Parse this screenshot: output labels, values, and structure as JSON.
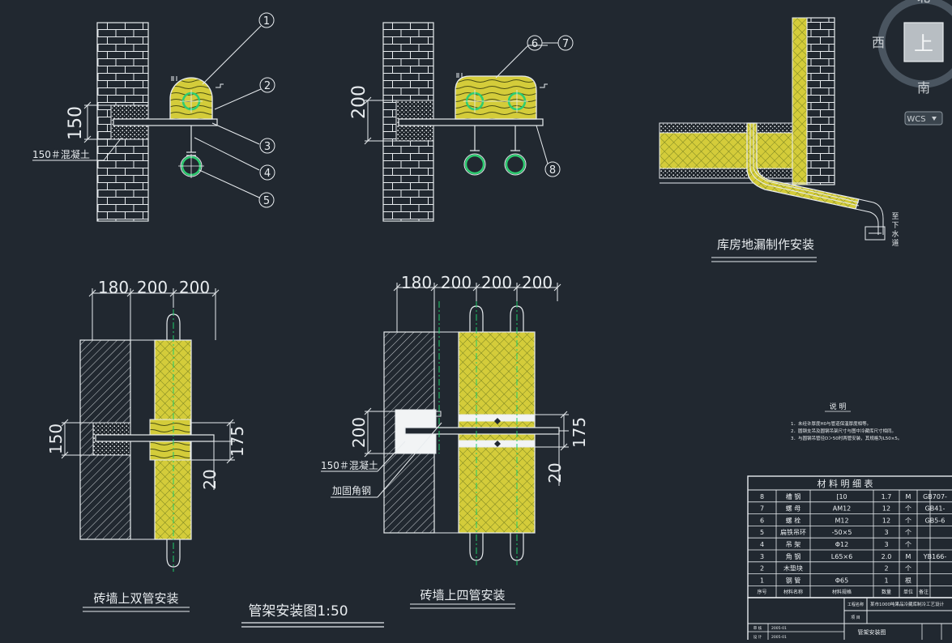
{
  "colors": {
    "background": "#212830",
    "line": "#e8ecef",
    "insulation": "#d4cc3a",
    "hatch": "#b6c23a",
    "pipe": "#2ecc71",
    "centerline": "#1ecb6a",
    "viewcube": "#4a5560"
  },
  "view1": {
    "callouts": [
      "1",
      "2",
      "3",
      "4",
      "5"
    ],
    "dim_150": "150",
    "concrete_label": "150＃混凝土"
  },
  "view2": {
    "callouts": [
      "6",
      "7",
      "8"
    ],
    "dim_200": "200"
  },
  "view3": {
    "title": "库房地漏制作安装",
    "drain_label": [
      "至",
      "下",
      "水",
      "道"
    ]
  },
  "view4": {
    "title": "砖墙上双管安装",
    "top_dims": [
      "180",
      "200",
      "200"
    ],
    "dim_150": "150",
    "dim_175": "175",
    "dim_20": "20"
  },
  "view5": {
    "title": "砖墙上四管安装",
    "top_dims": [
      "180",
      "200",
      "200",
      "200"
    ],
    "dim_200": "200",
    "dim_175": "175",
    "dim_20": "20",
    "concrete_label": "150＃混凝土",
    "angle_label": "加固角钢"
  },
  "main_title": "管架安装图1:50",
  "notes": {
    "heading": "说  明",
    "lines": [
      "1．未经许厚度H0与管道保温厚度相等。",
      "2．圆钢支吊及圆钢吊架尺寸与图中冷藏库尺寸相同。",
      "3．与圆钢吊管径D＞50时两管安装，其规格为L50×5。"
    ]
  },
  "material_table": {
    "title": "材 料 明 细 表",
    "rows": [
      {
        "no": "8",
        "name": "槽    钢",
        "spec": "[10",
        "qty": "1.7",
        "unit": "M",
        "std": "GB707-"
      },
      {
        "no": "7",
        "name": "螺    母",
        "spec": "AM12",
        "qty": "12",
        "unit": "个",
        "std": "GB41-"
      },
      {
        "no": "6",
        "name": "螺    栓",
        "spec": "M12",
        "qty": "12",
        "unit": "个",
        "std": "GB5-6"
      },
      {
        "no": "5",
        "name": "扁铁吊环",
        "spec": "-50×5",
        "qty": "3",
        "unit": "个",
        "std": ""
      },
      {
        "no": "4",
        "name": "吊    架",
        "spec": "Φ12",
        "qty": "3",
        "unit": "个",
        "std": ""
      },
      {
        "no": "3",
        "name": "角    钢",
        "spec": "L65×6",
        "qty": "2.0",
        "unit": "M",
        "std": "YB166-"
      },
      {
        "no": "2",
        "name": "木垫块",
        "spec": "",
        "qty": "2",
        "unit": "个",
        "std": ""
      },
      {
        "no": "1",
        "name": "钢    管",
        "spec": "Φ65",
        "qty": "1",
        "unit": "根",
        "std": ""
      }
    ],
    "header": [
      "序号",
      "材料名称",
      "材料规格",
      "数量",
      "单位",
      "备注"
    ]
  },
  "title_block": {
    "project_label": "工程名称",
    "project_name": "某市1000吨果品冷藏库制冷工艺设计",
    "item_label": "项 目",
    "drawing_name": "管架安装图",
    "left_labels": [
      "审 核",
      "设 计"
    ],
    "left_values": [
      "2005-01",
      "2005-01"
    ]
  },
  "viewcube": {
    "north": "北",
    "west": "西",
    "south": "南",
    "face": "上",
    "wcs": "WCS"
  }
}
